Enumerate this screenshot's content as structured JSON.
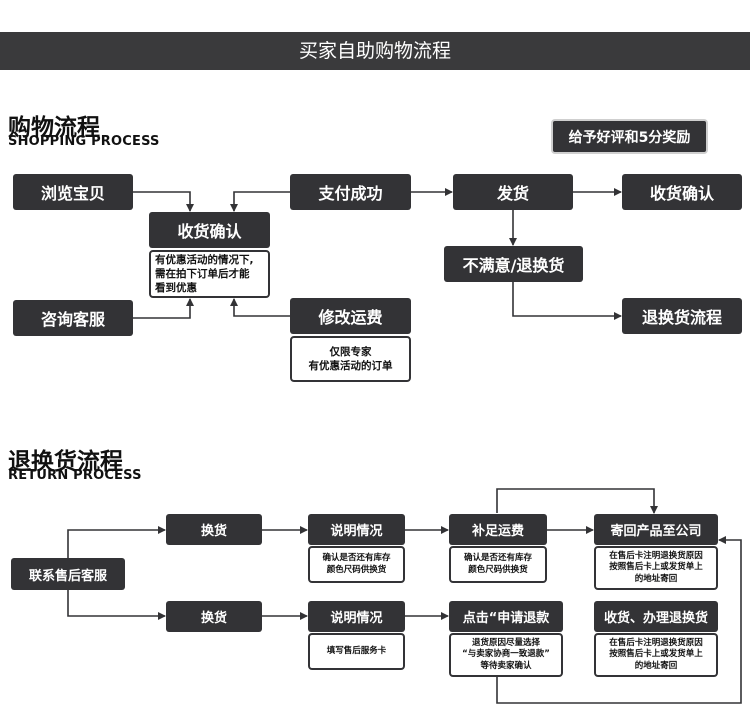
{
  "banner": "买家自助购物流程",
  "shopping": {
    "title": "购物流程",
    "subtitle": "SHOPPING PROCESS",
    "reward": "给予好评和5分奖励",
    "browse": "浏览宝贝",
    "consult": "咨询客服",
    "confirm_receipt": "收货确认",
    "confirm_note": [
      "有优惠活动的情况下,",
      "需在拍下订单后才能",
      "看到优惠"
    ],
    "pay_success": "支付成功",
    "modify_freight": "修改运费",
    "freight_note": [
      "仅限专家",
      "有优惠活动的订单"
    ],
    "ship": "发货",
    "receipt_confirm": "收货确认",
    "unsatisfied": "不满意/退换货",
    "return_flow": "退换货流程"
  },
  "returns": {
    "title": "退换货流程",
    "subtitle": "RETURN PROCESS",
    "contact": "联系售后客服",
    "exchange_top": "换货",
    "explain_top": "说明情况",
    "explain_top_note": [
      "确认是否还有库存",
      "颜色尺码供换货"
    ],
    "pay_freight": "补足运费",
    "pay_freight_note": [
      "确认是否还有库存",
      "颜色尺码供换货"
    ],
    "send_back": "寄回产品至公司",
    "send_back_note": [
      "在售后卡注明退换货原因",
      "按照售后卡上或发货单上",
      "的地址寄回"
    ],
    "exchange_bottom": "换货",
    "explain_bottom": "说明情况",
    "explain_bottom_note": [
      "填写售后服务卡"
    ],
    "apply_refund": "点击“申请退款",
    "apply_refund_note": [
      "退货原因尽量选择",
      "“与卖家协商一致退款”",
      "等待卖家确认"
    ],
    "receive_refund": "收货、办理退换货",
    "receive_refund_note": [
      "在售后卡注明退换货原因",
      "按照售后卡上或发货单上",
      "的地址寄回"
    ]
  }
}
